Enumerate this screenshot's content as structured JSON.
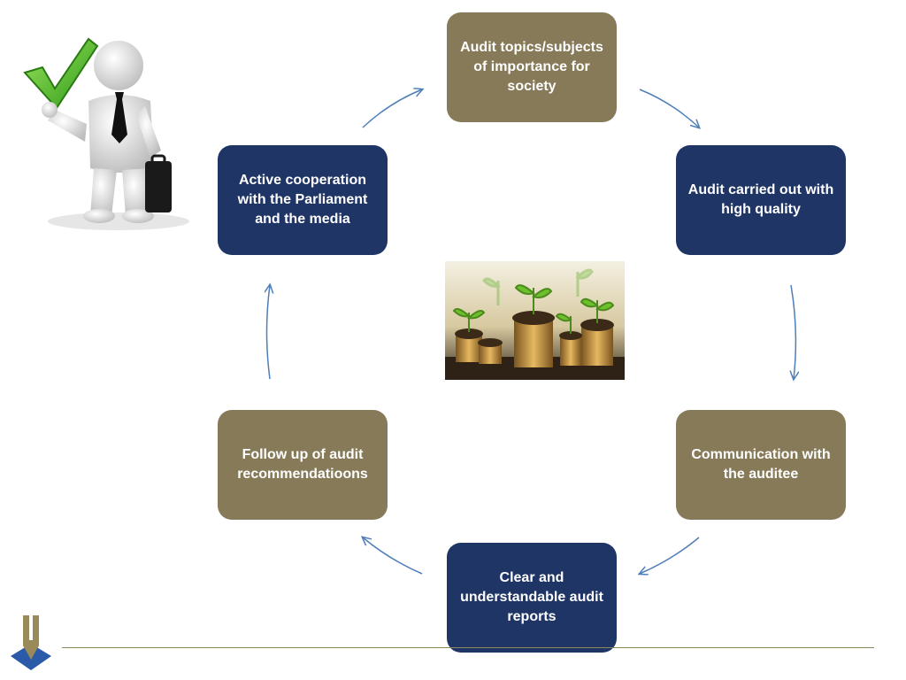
{
  "colors": {
    "olive": "#877a59",
    "navy": "#1f3566",
    "arrow": "#4f7fb8",
    "footer_line": "#8a8a5c"
  },
  "cycle": [
    {
      "id": "n1",
      "label": "Audit topics/subjects of importance for society",
      "lines": [
        "Audit topics/subjects",
        "of importance for",
        "society"
      ],
      "color": "#877a59"
    },
    {
      "id": "n2",
      "label": "Audit carried out with high quality",
      "lines": [
        "Audit carried out with",
        "high quality"
      ],
      "color": "#1f3566"
    },
    {
      "id": "n3",
      "label": "Communication with the auditee",
      "lines": [
        "Communication with",
        "the auditee"
      ],
      "color": "#877a59"
    },
    {
      "id": "n4",
      "label": "Clear and understandable audit reports",
      "lines": [
        "Clear and",
        "understandable audit",
        "reports"
      ],
      "color": "#1f3566"
    },
    {
      "id": "n5",
      "label": "Follow up of audit recommendatioons",
      "lines": [
        "Follow up of audit",
        "recommendatioons"
      ],
      "color": "#877a59"
    },
    {
      "id": "n6",
      "label": "Active cooperation with the Parliament and the media",
      "lines": [
        "Active cooperation",
        "with the Parliament",
        "and the media"
      ],
      "color": "#1f3566"
    }
  ],
  "icons": {
    "businessman": "businessman-checkmark-icon",
    "coins": "coins-with-sprouts-image",
    "logo": "institution-logo-icon",
    "arrow": "cycle-arrow-icon"
  }
}
